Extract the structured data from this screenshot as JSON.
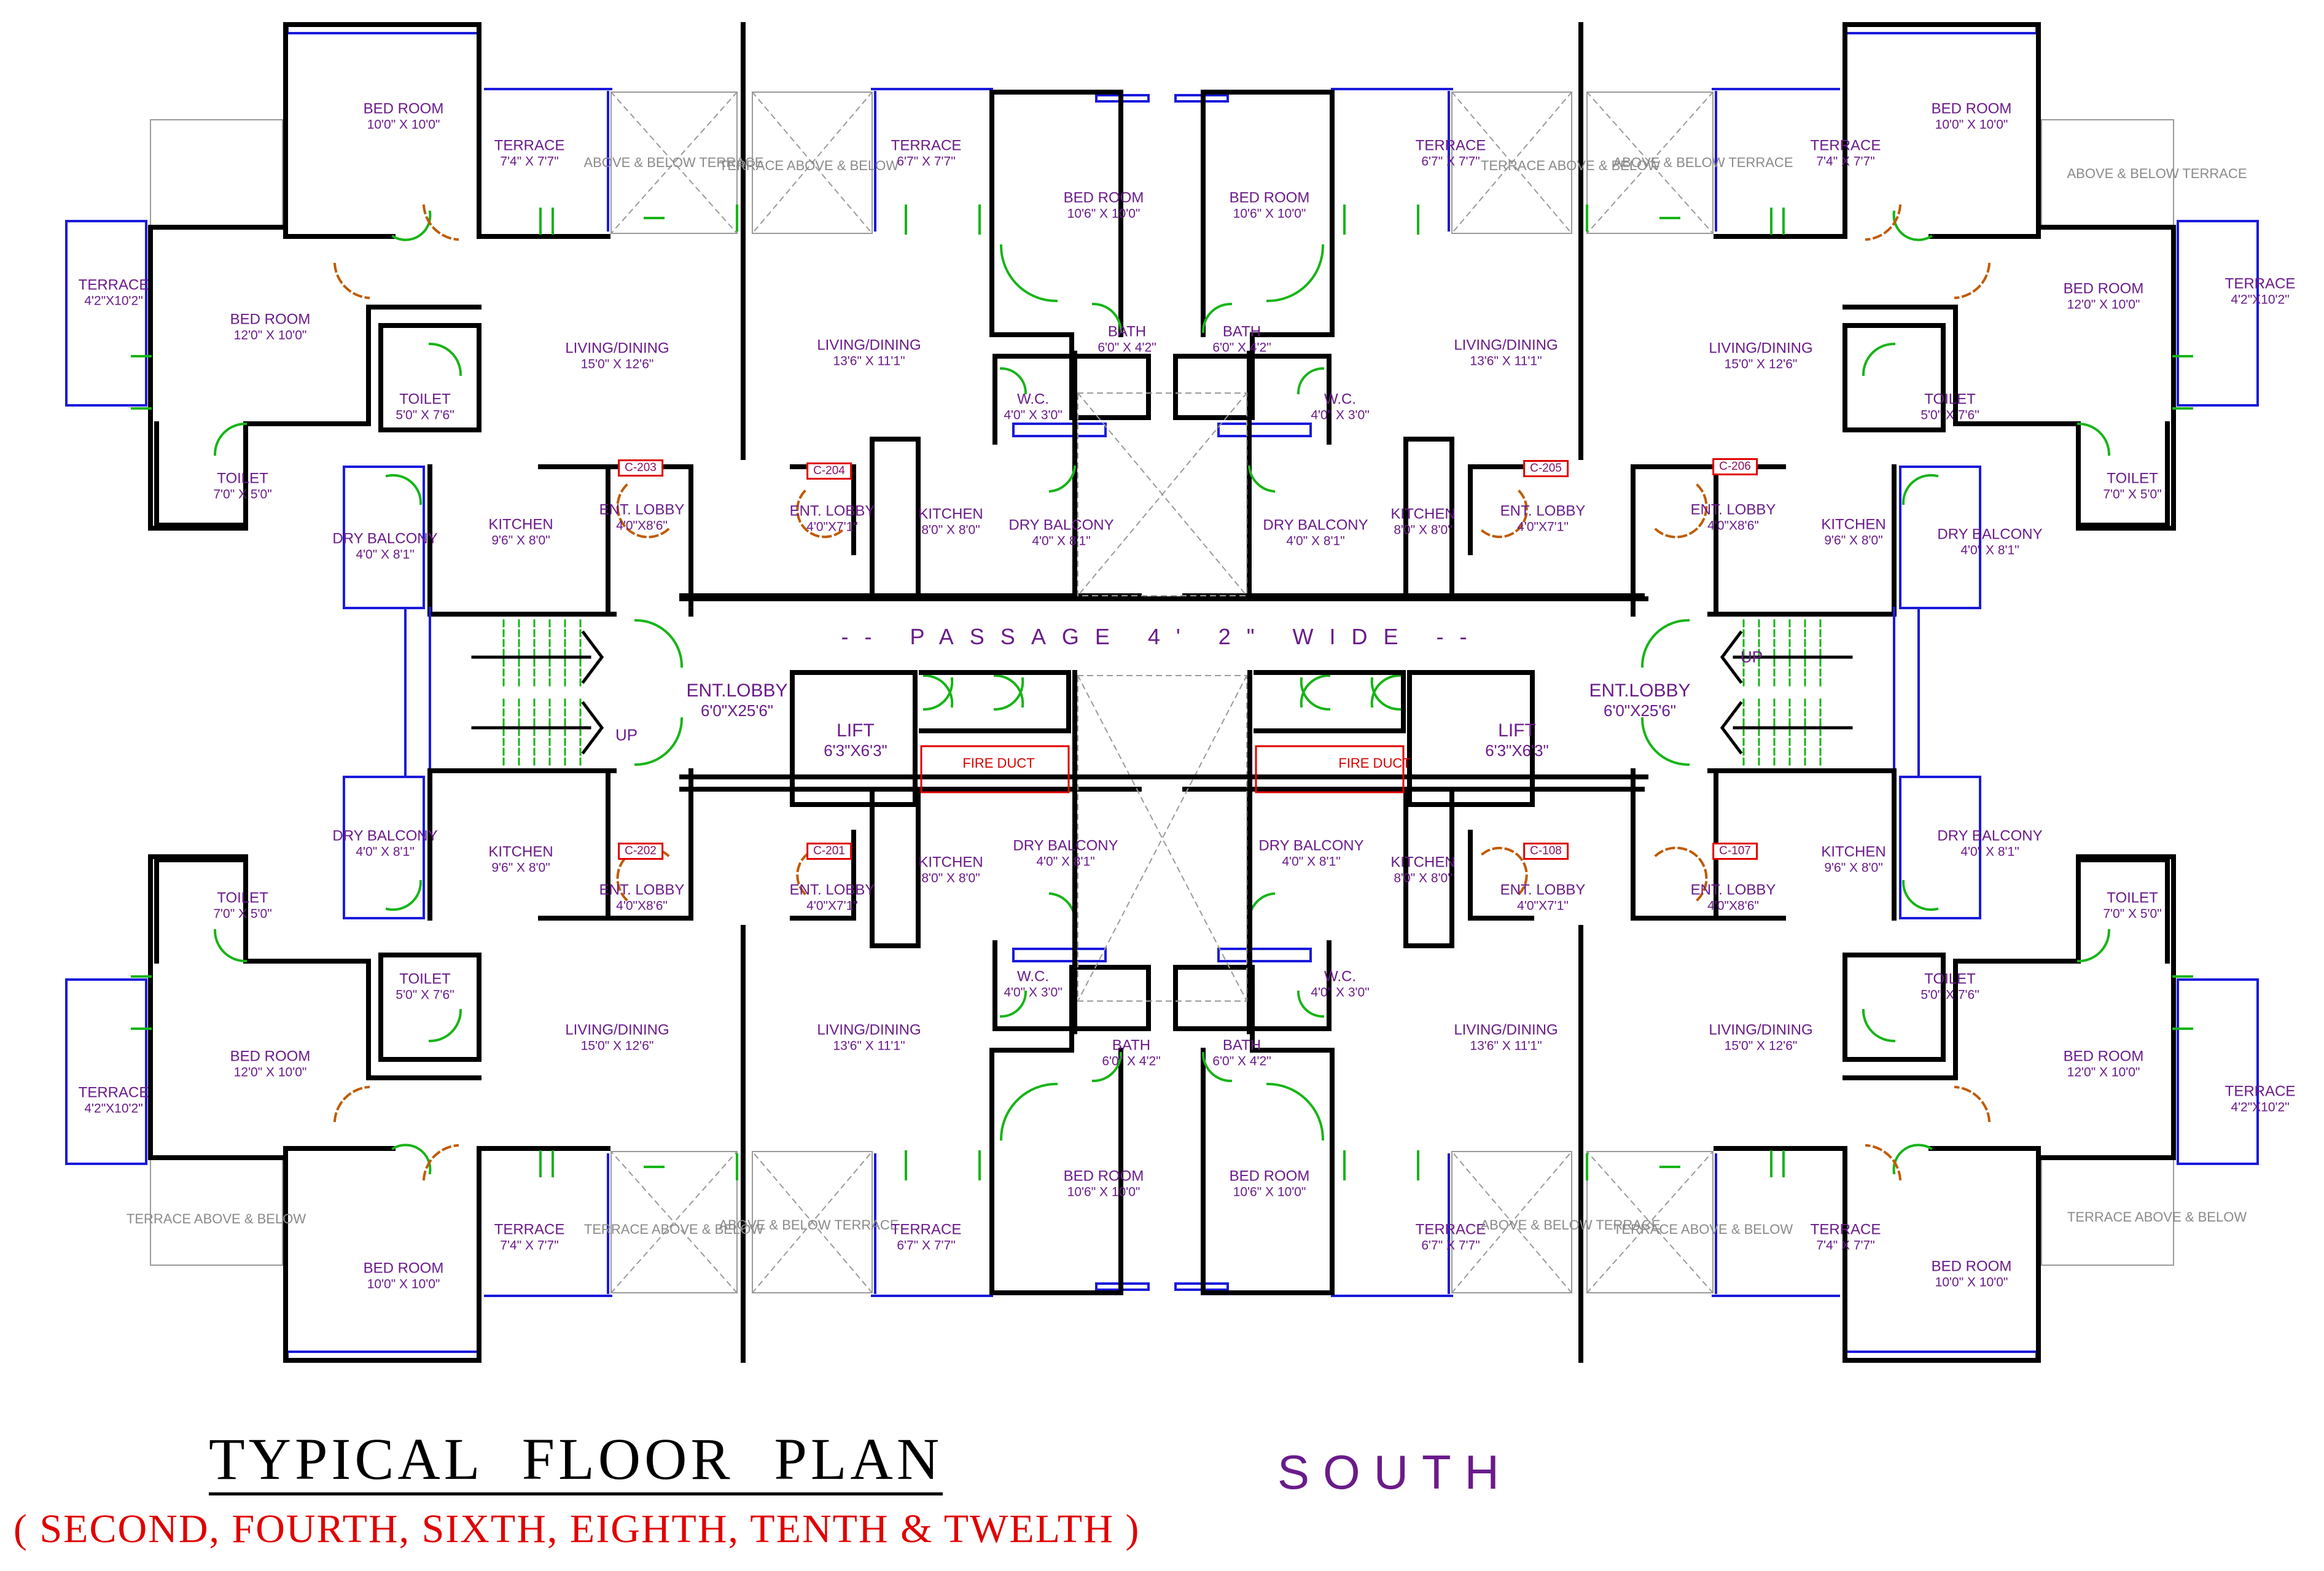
{
  "plan": {
    "title": "TYPICAL  FLOOR  PLAN",
    "subtitle": "( SECOND, FOURTH, SIXTH, EIGHTH, TENTH  &  TWELTH )",
    "orientation": "SOUTH",
    "passage": "-- PASSAGE 4' 2\" WIDE --",
    "colors": {
      "walls": "#000000",
      "windows": "#1a1adc",
      "doors": "#17b417",
      "labels": "#6a1b8a",
      "tags": "#e00000",
      "fire_duct": "#d40000",
      "terrace_hatch": "#9a9a9a"
    }
  },
  "units": [
    {
      "id": "C-203"
    },
    {
      "id": "C-204"
    },
    {
      "id": "C-205"
    },
    {
      "id": "C-206"
    },
    {
      "id": "C-202"
    },
    {
      "id": "C-201"
    },
    {
      "id": "C-108"
    },
    {
      "id": "C-107"
    }
  ],
  "rooms": [
    {
      "name": "BED ROOM",
      "dim": "10'0\" X 10'0\""
    },
    {
      "name": "TERRACE",
      "dim": "7'4\" X 7'7\""
    },
    {
      "name": "ABOVE & BELOW TERRACE",
      "dim": ""
    },
    {
      "name": "TERRACE ABOVE & BELOW",
      "dim": ""
    },
    {
      "name": "TERRACE",
      "dim": "6'7\" X 7'7\""
    },
    {
      "name": "BED ROOM",
      "dim": "10'6\" X 10'0\""
    },
    {
      "name": "BED ROOM",
      "dim": "10'6\" X 10'0\""
    },
    {
      "name": "TERRACE",
      "dim": "6'7\" X 7'7\""
    },
    {
      "name": "TERRACE ABOVE & BELOW",
      "dim": ""
    },
    {
      "name": "ABOVE & BELOW TERRACE",
      "dim": ""
    },
    {
      "name": "TERRACE",
      "dim": "7'4\" X 7'7\""
    },
    {
      "name": "BED ROOM",
      "dim": "10'0\" X 10'0\""
    },
    {
      "name": "ABOVE & BELOW TERRACE",
      "dim": ""
    },
    {
      "name": "TERRACE",
      "dim": "4'2\"X10'2\""
    },
    {
      "name": "BED ROOM",
      "dim": "12'0\" X 10'0\""
    },
    {
      "name": "LIVING/DINING",
      "dim": "15'0\" X 12'6\""
    },
    {
      "name": "LIVING/DINING",
      "dim": "13'6\" X 11'1\""
    },
    {
      "name": "BATH",
      "dim": "6'0\" X 4'2\""
    },
    {
      "name": "BATH",
      "dim": "6'0\" X 4'2\""
    },
    {
      "name": "LIVING/DINING",
      "dim": "13'6\" X 11'1\""
    },
    {
      "name": "LIVING/DINING",
      "dim": "15'0\" X 12'6\""
    },
    {
      "name": "BED ROOM",
      "dim": "12'0\" X 10'0\""
    },
    {
      "name": "TERRACE",
      "dim": "4'2\"X10'2\""
    },
    {
      "name": "TOILET",
      "dim": "5'0\" X 7'6\""
    },
    {
      "name": "W.C.",
      "dim": "4'0\" X 3'0\""
    },
    {
      "name": "W.C.",
      "dim": "4'0\" X 3'0\""
    },
    {
      "name": "TOILET",
      "dim": "5'0\" X 7'6\""
    },
    {
      "name": "TOILET",
      "dim": "7'0\" X 5'0\""
    },
    {
      "name": "TOILET",
      "dim": "7'0\" X 5'0\""
    },
    {
      "name": "DRY BALCONY",
      "dim": "4'0\" X 8'1\""
    },
    {
      "name": "KITCHEN",
      "dim": "9'6\" X 8'0\""
    },
    {
      "name": "ENT. LOBBY",
      "dim": "4'0\"X8'6\""
    },
    {
      "name": "ENT. LOBBY",
      "dim": "4'0\"X7'1\""
    },
    {
      "name": "KITCHEN",
      "dim": "8'0\" X 8'0\""
    },
    {
      "name": "DRY BALCONY",
      "dim": "4'0\" X 8'1\""
    },
    {
      "name": "DRY BALCONY",
      "dim": "4'0\" X 8'1\""
    },
    {
      "name": "KITCHEN",
      "dim": "8'0\" X 8'0\""
    },
    {
      "name": "ENT. LOBBY",
      "dim": "4'0\"X7'1\""
    },
    {
      "name": "ENT. LOBBY",
      "dim": "4'0\"X8'6\""
    },
    {
      "name": "KITCHEN",
      "dim": "9'6\" X 8'0\""
    },
    {
      "name": "DRY BALCONY",
      "dim": "4'0\" X 8'1\""
    },
    {
      "name": "DRY BALCONY",
      "dim": "4'0\" X 8'1\""
    },
    {
      "name": "KITCHEN",
      "dim": "9'6\" X 8'0\""
    },
    {
      "name": "ENT. LOBBY",
      "dim": "4'0\"X8'6\""
    },
    {
      "name": "ENT. LOBBY",
      "dim": "4'0\"X7'1\""
    },
    {
      "name": "KITCHEN",
      "dim": "8'0\" X 8'0\""
    },
    {
      "name": "DRY BALCONY",
      "dim": "4'0\" X 8'1\""
    },
    {
      "name": "DRY BALCONY",
      "dim": "4'0\" X 8'1\""
    },
    {
      "name": "KITCHEN",
      "dim": "8'0\" X 8'0\""
    },
    {
      "name": "ENT. LOBBY",
      "dim": "4'0\"X7'1\""
    },
    {
      "name": "ENT. LOBBY",
      "dim": "4'0\"X8'6\""
    },
    {
      "name": "KITCHEN",
      "dim": "9'6\" X 8'0\""
    },
    {
      "name": "DRY BALCONY",
      "dim": "4'0\" X 8'1\""
    },
    {
      "name": "TOILET",
      "dim": "7'0\" X 5'0\""
    },
    {
      "name": "TOILET",
      "dim": "7'0\" X 5'0\""
    },
    {
      "name": "TOILET",
      "dim": "5'0\" X 7'6\""
    },
    {
      "name": "W.C.",
      "dim": "4'0\" X 3'0\""
    },
    {
      "name": "W.C.",
      "dim": "4'0\" X 3'0\""
    },
    {
      "name": "TOILET",
      "dim": "5'0\" X 7'6\""
    },
    {
      "name": "BED ROOM",
      "dim": "12'0\" X 10'0\""
    },
    {
      "name": "LIVING/DINING",
      "dim": "15'0\" X 12'6\""
    },
    {
      "name": "LIVING/DINING",
      "dim": "13'6\" X 11'1\""
    },
    {
      "name": "BATH",
      "dim": "6'0\" X 4'2\""
    },
    {
      "name": "BATH",
      "dim": "6'0\" X 4'2\""
    },
    {
      "name": "LIVING/DINING",
      "dim": "13'6\" X 11'1\""
    },
    {
      "name": "LIVING/DINING",
      "dim": "15'0\" X 12'6\""
    },
    {
      "name": "BED ROOM",
      "dim": "12'0\" X 10'0\""
    },
    {
      "name": "TERRACE",
      "dim": "4'2\"X10'2\""
    },
    {
      "name": "TERRACE",
      "dim": "4'2\"X10'2\""
    },
    {
      "name": "TERRACE ABOVE & BELOW",
      "dim": ""
    },
    {
      "name": "TERRACE",
      "dim": "7'4\" X 7'7\""
    },
    {
      "name": "TERRACE ABOVE & BELOW",
      "dim": ""
    },
    {
      "name": "ABOVE & BELOW TERRACE",
      "dim": ""
    },
    {
      "name": "TERRACE",
      "dim": "6'7\" X 7'7\""
    },
    {
      "name": "BED ROOM",
      "dim": "10'6\" X 10'0\""
    },
    {
      "name": "BED ROOM",
      "dim": "10'6\" X 10'0\""
    },
    {
      "name": "TERRACE",
      "dim": "6'7\" X 7'7\""
    },
    {
      "name": "ABOVE & BELOW TERRACE",
      "dim": ""
    },
    {
      "name": "TERRACE ABOVE & BELOW",
      "dim": ""
    },
    {
      "name": "TERRACE",
      "dim": "7'4\" X 7'7\""
    },
    {
      "name": "TERRACE ABOVE & BELOW",
      "dim": ""
    },
    {
      "name": "BED ROOM",
      "dim": "10'0\" X 10'0\""
    },
    {
      "name": "BED ROOM",
      "dim": "10'0\" X 10'0\""
    }
  ],
  "core": {
    "ent_lobby": {
      "name": "ENT.LOBBY",
      "dim": "6'0\"X25'6\""
    },
    "lift": {
      "name": "LIFT",
      "dim": "6'3\"X6'3\""
    },
    "fire_duct": "FIRE DUCT",
    "stair_label": "UP"
  }
}
